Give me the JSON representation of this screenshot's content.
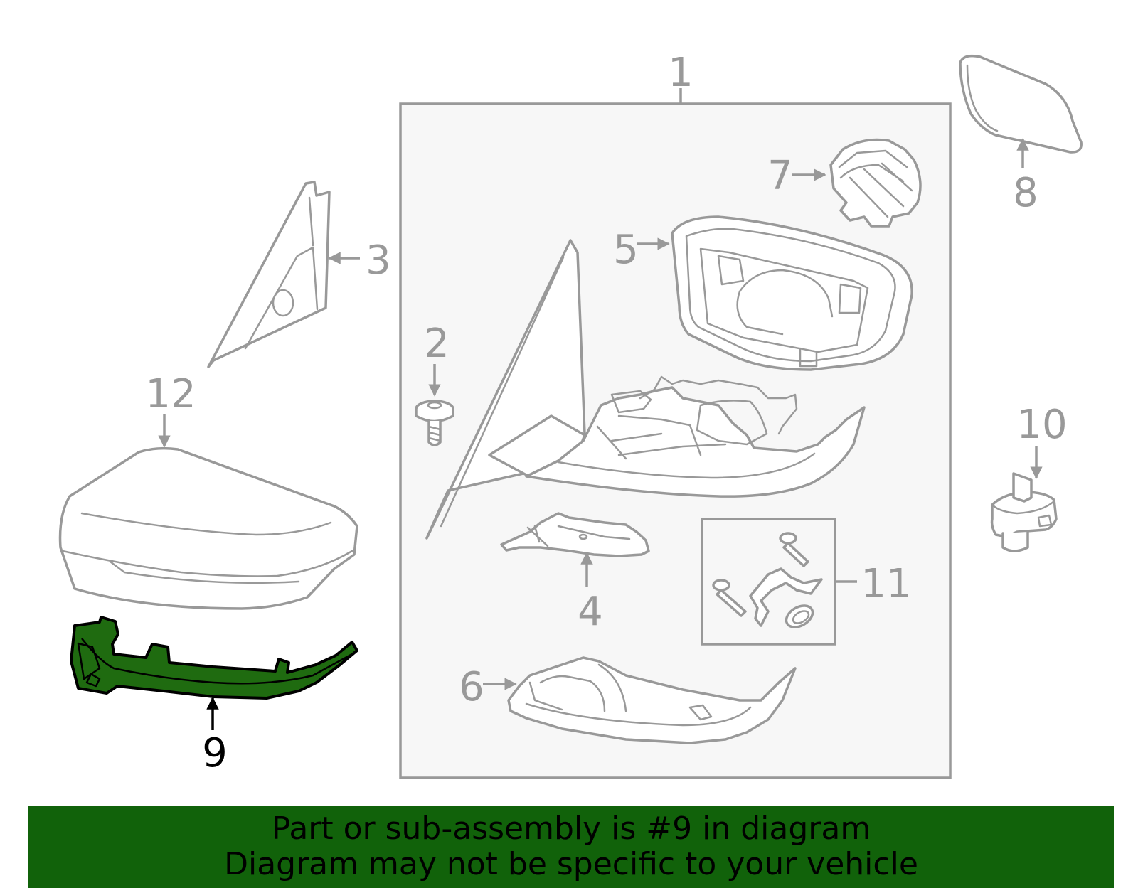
{
  "diagram": {
    "highlighted_part": "9",
    "colors": {
      "line": "#999999",
      "highlight_fill": "#1f6b10",
      "highlight_stroke": "#000000",
      "banner_bg": "#11620a",
      "assembly_box_bg": "#f7f7f7"
    },
    "labels": {
      "p1": "1",
      "p2": "2",
      "p3": "3",
      "p4": "4",
      "p5": "5",
      "p6": "6",
      "p7": "7",
      "p8": "8",
      "p9": "9",
      "p10": "10",
      "p11": "11",
      "p12": "12"
    }
  },
  "banner": {
    "line1": "Part or sub-assembly is #9 in diagram",
    "line2": "Diagram may not be specific to your vehicle"
  }
}
